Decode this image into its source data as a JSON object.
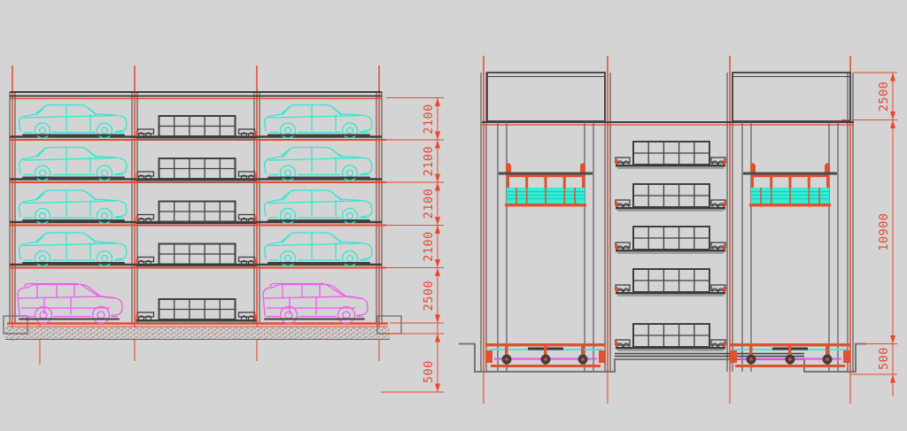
{
  "drawing": {
    "kind": "car-parking-system-elevation",
    "left_view": {
      "name": "stacker-elevation",
      "levels": 5,
      "cars_per_full_level": 2,
      "dimension_labels": [
        "2100",
        "2100",
        "2100",
        "2100",
        "2500",
        "500"
      ]
    },
    "right_view": {
      "name": "lift-tower-elevation",
      "dimension_labels": [
        "2500",
        "10900",
        "500"
      ]
    }
  },
  "colors": {
    "background": "#d4d4d4",
    "car_body": "#2ee8d2",
    "suv_body": "#ee5cee",
    "dimension": "#e8482c",
    "structure_dark": "#3f3f3f",
    "structure_mid": "#6b6b6b",
    "mechanism": "#e0512f",
    "shaft_magenta": "#e84fe8",
    "cyan_fill": "#35ecd6"
  }
}
